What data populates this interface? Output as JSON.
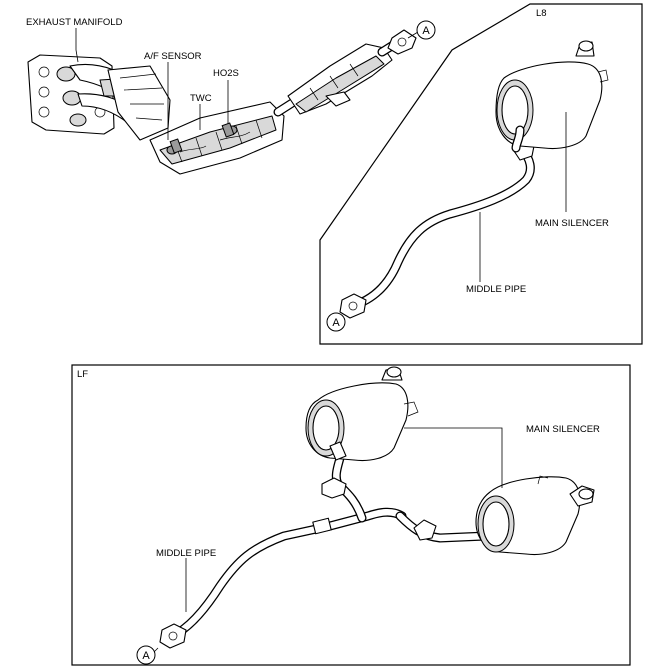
{
  "labels": {
    "exhaust_manifold": "EXHAUST MANIFOLD",
    "af_sensor": "A/F SENSOR",
    "ho2s": "HO2S",
    "twc": "TWC",
    "connector_a": "A"
  },
  "panel_l8": {
    "title": "L8",
    "main_silencer": "MAIN SILENCER",
    "middle_pipe": "MIDDLE PIPE",
    "connector_a": "A"
  },
  "panel_lf": {
    "title": "LF",
    "main_silencer": "MAIN SILENCER",
    "middle_pipe": "MIDDLE PIPE",
    "connector_a": "A"
  }
}
